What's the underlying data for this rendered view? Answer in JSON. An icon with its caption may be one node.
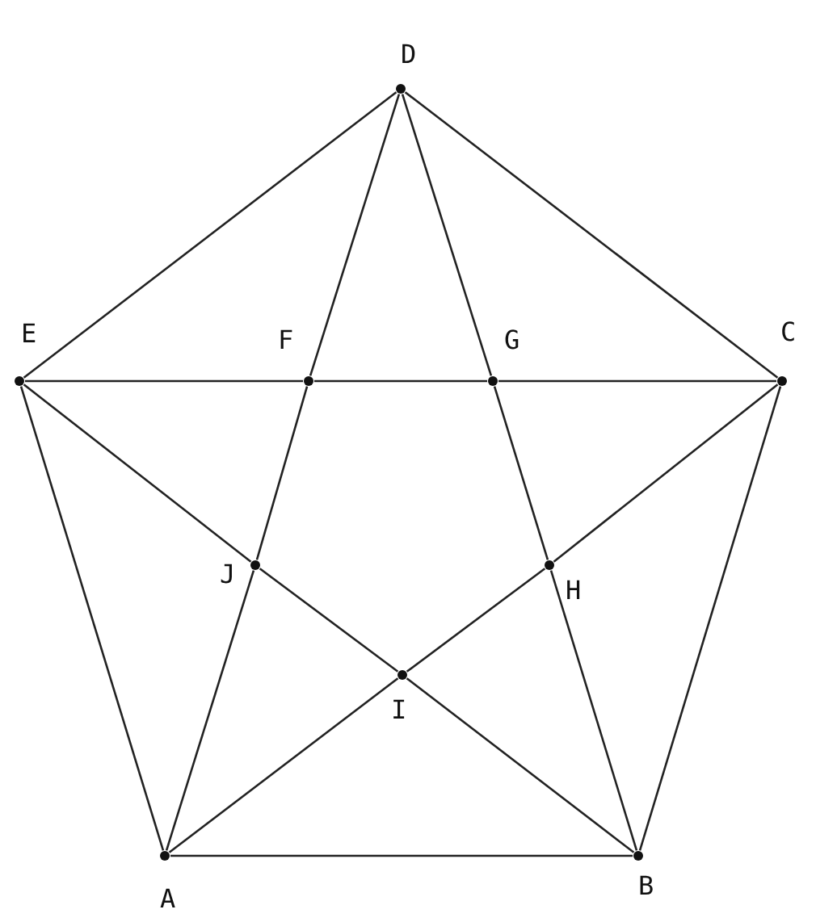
{
  "diagram": {
    "nodes": [
      {
        "text": [
          "D"
        ]
      },
      {
        "text": [
          "E"
        ]
      },
      {
        "text": [
          "F"
        ]
      },
      {
        "text": [
          "G"
        ]
      },
      {
        "text": [
          "C"
        ]
      },
      {
        "text": [
          "J"
        ]
      },
      {
        "text": [
          "H"
        ]
      },
      {
        "text": [
          "I"
        ]
      },
      {
        "text": [
          "A"
        ]
      },
      {
        "text": [
          "B"
        ]
      }
    ],
    "edges": [
      {
        "from": 8,
        "to": 9,
        "arrow": "none"
      },
      {
        "from": 9,
        "to": 4,
        "arrow": "none"
      },
      {
        "from": 4,
        "to": 0,
        "arrow": "none"
      },
      {
        "from": 0,
        "to": 1,
        "arrow": "none"
      },
      {
        "from": 1,
        "to": 8,
        "arrow": "none"
      },
      {
        "from": 1,
        "to": 2,
        "arrow": "none"
      },
      {
        "from": 2,
        "to": 3,
        "arrow": "none"
      },
      {
        "from": 3,
        "to": 4,
        "arrow": "none"
      },
      {
        "from": 0,
        "to": 2,
        "arrow": "none"
      },
      {
        "from": 2,
        "to": 5,
        "arrow": "none"
      },
      {
        "from": 5,
        "to": 8,
        "arrow": "none"
      },
      {
        "from": 0,
        "to": 3,
        "arrow": "none"
      },
      {
        "from": 3,
        "to": 6,
        "arrow": "none"
      },
      {
        "from": 6,
        "to": 9,
        "arrow": "none"
      },
      {
        "from": 1,
        "to": 5,
        "arrow": "none"
      },
      {
        "from": 5,
        "to": 7,
        "arrow": "none"
      },
      {
        "from": 7,
        "to": 9,
        "arrow": "none"
      },
      {
        "from": 8,
        "to": 7,
        "arrow": "none"
      },
      {
        "from": 7,
        "to": 6,
        "arrow": "none"
      },
      {
        "from": 6,
        "to": 4,
        "arrow": "none"
      }
    ]
  }
}
